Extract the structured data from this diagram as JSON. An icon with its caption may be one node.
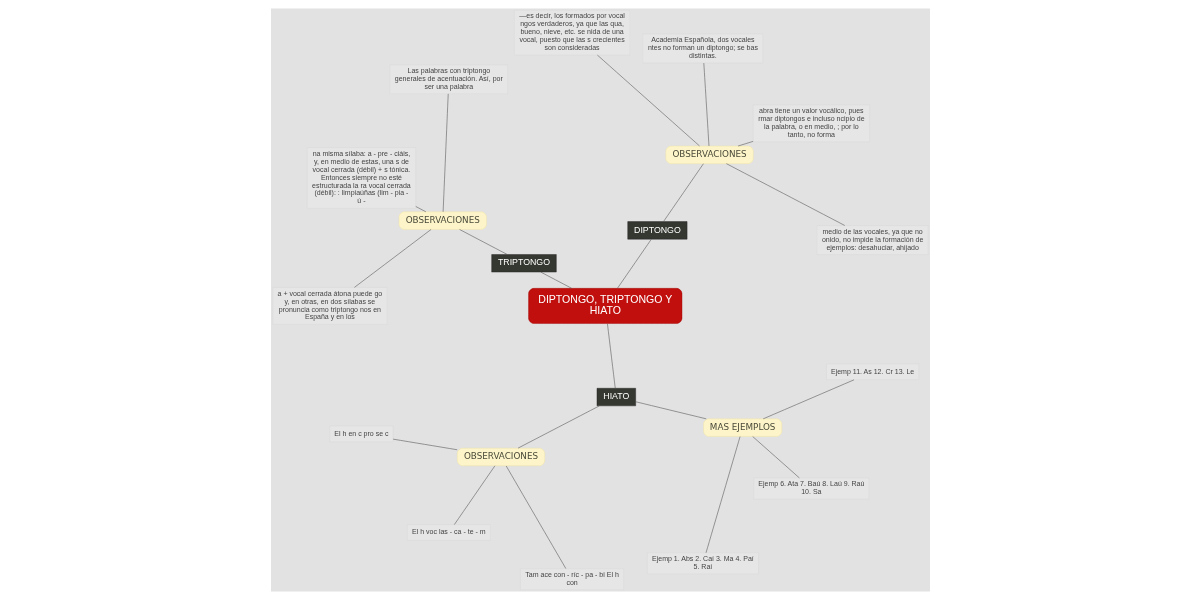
{
  "diagram": {
    "nodes": [
      {
        "text": [
          "DIPTONGO, TRIPTONGO Y HIATO"
        ]
      },
      {
        "text": [
          "DIPTONGO"
        ]
      },
      {
        "text": [
          "OBSERVACIONES"
        ]
      },
      {
        "text": [
          "medio de las vocales, ya que no onido, no impide la formación de ejemplos: desahuciar, ahijado"
        ]
      },
      {
        "text": [
          "abra tiene un valor vocálico, pues rmar diptongos e incluso ncipio de la palabra, o en medio, ; por lo tanto, no forma"
        ]
      },
      {
        "text": [
          "Academia Española, dos vocales ntes no forman un diptongo; se bas distintas."
        ]
      },
      {
        "text": [
          "—es decir, los formados por vocal ngos verdaderos, ya que las qua, bueno, nieve, etc. se nida de una vocal, puesto que las s crecientes son consideradas"
        ]
      },
      {
        "text": [
          "TRIPTONGO"
        ]
      },
      {
        "text": [
          "OBSERVACIONES"
        ]
      },
      {
        "text": [
          "Las palabras con triptongo generales de acentuación. Así, por ser una palabra"
        ]
      },
      {
        "text": [
          "na misma sílaba: a - pre - ciáis, y, en medio de estas, una s de vocal cerrada (débil) + s tónica. Entonces siempre no esté estructurada la ra vocal cerrada (débil): : limpiaúñas (lim - pia - ú -"
        ]
      },
      {
        "text": [
          "a + vocal cerrada átona puede go y, en otras, en dos sílabas se pronuncia como triptongo nos en España y en los"
        ]
      },
      {
        "text": [
          "HIATO"
        ]
      },
      {
        "text": [
          "OBSERVACIONES"
        ]
      },
      {
        "text": [
          "El h en c pro se c"
        ]
      },
      {
        "text": [
          "El h voc las - ca - te - m"
        ]
      },
      {
        "text": [
          "Tam ace con - ríc - pa - bi El h con"
        ]
      },
      {
        "text": [
          "MAS EJEMPLOS"
        ]
      },
      {
        "text": [
          "Ejemp 1. Abs 2. Caí 3. Ma 4. Paí 5. Raí"
        ]
      },
      {
        "text": [
          "Ejemp 6. Ata 7. Baú 8. Laú 9. Raú 10. Sa"
        ]
      },
      {
        "text": [
          "Ejemp 11. As 12. Cr 13. Le"
        ]
      }
    ],
    "edges": [
      {
        "from": 0,
        "to": 1,
        "arrow": "none"
      },
      {
        "from": 1,
        "to": 2,
        "arrow": "none"
      },
      {
        "from": 2,
        "to": 3,
        "arrow": "none"
      },
      {
        "from": 2,
        "to": 4,
        "arrow": "none"
      },
      {
        "from": 2,
        "to": 5,
        "arrow": "none"
      },
      {
        "from": 2,
        "to": 6,
        "arrow": "none"
      },
      {
        "from": 0,
        "to": 7,
        "arrow": "none"
      },
      {
        "from": 7,
        "to": 8,
        "arrow": "none"
      },
      {
        "from": 8,
        "to": 9,
        "arrow": "none"
      },
      {
        "from": 8,
        "to": 10,
        "arrow": "none"
      },
      {
        "from": 8,
        "to": 11,
        "arrow": "none"
      },
      {
        "from": 0,
        "to": 12,
        "arrow": "none"
      },
      {
        "from": 12,
        "to": 13,
        "arrow": "none"
      },
      {
        "from": 13,
        "to": 14,
        "arrow": "none"
      },
      {
        "from": 13,
        "to": 15,
        "arrow": "none"
      },
      {
        "from": 13,
        "to": 16,
        "arrow": "none"
      },
      {
        "from": 12,
        "to": 17,
        "arrow": "none"
      },
      {
        "from": 17,
        "to": 18,
        "arrow": "none"
      },
      {
        "from": 17,
        "to": 19,
        "arrow": "none"
      },
      {
        "from": 17,
        "to": 20,
        "arrow": "none"
      }
    ]
  }
}
